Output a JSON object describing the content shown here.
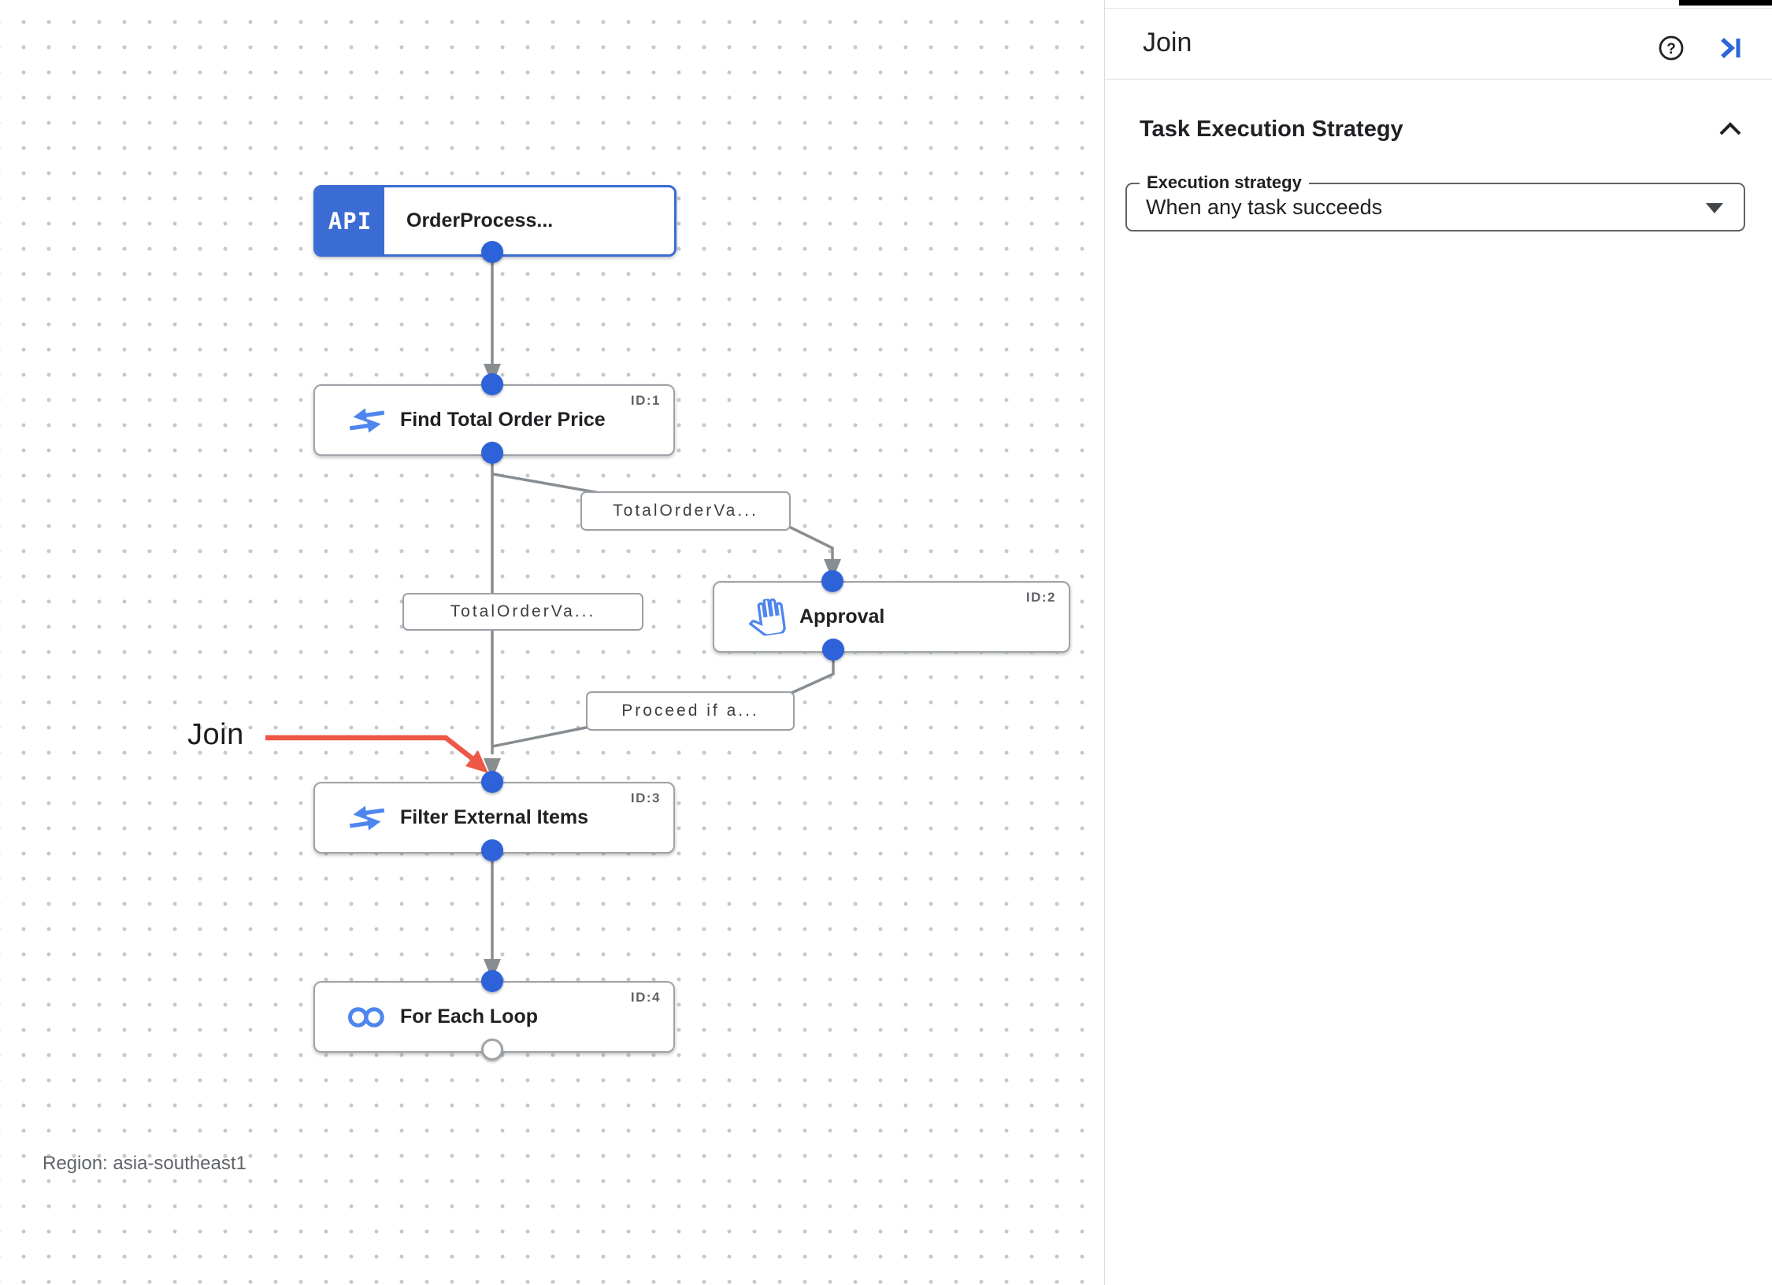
{
  "panel": {
    "title": "Join",
    "icons": {
      "help": "help-icon",
      "collapse": "collapse-panel-icon"
    },
    "section": {
      "title": "Task Execution Strategy",
      "collapse_icon": "chevron-up-icon",
      "field_label": "Execution strategy",
      "field_value": "When any task succeeds"
    }
  },
  "canvas": {
    "region_label": "Region: asia-southeast1",
    "annotation_text": "Join",
    "nodes": [
      {
        "badge": "API",
        "title": "OrderProcess...",
        "id": "",
        "icon": "api-trigger-badge"
      },
      {
        "title": "Find Total Order Price",
        "id": "ID:1",
        "icon": "data-mapping-icon"
      },
      {
        "title": "Approval",
        "id": "ID:2",
        "icon": "pan-tool-icon"
      },
      {
        "title": "Filter External Items",
        "id": "ID:3",
        "icon": "data-mapping-icon"
      },
      {
        "title": "For Each Loop",
        "id": "ID:4",
        "icon": "loop-icon"
      }
    ],
    "edge_labels": [
      "TotalOrderVa...",
      "TotalOrderVa...",
      "Proceed if a..."
    ],
    "colors": {
      "accent_blue": "#3b6cd4",
      "port_blue": "#2d62d9",
      "icon_blue": "#4e86ee",
      "edge_gray": "#878d91",
      "annotation_red": "#ee5645"
    }
  }
}
